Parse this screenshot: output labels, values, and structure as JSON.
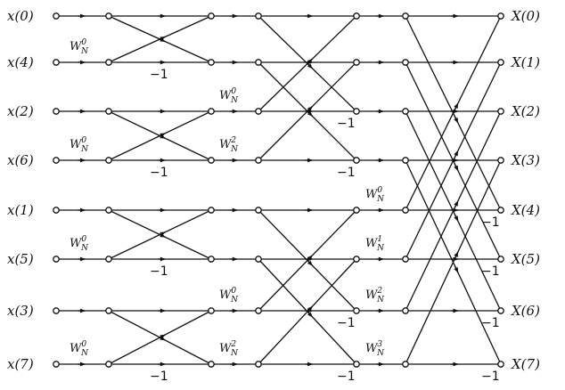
{
  "inputs": [
    "x(0)",
    "x(4)",
    "x(2)",
    "x(6)",
    "x(1)",
    "x(5)",
    "x(3)",
    "x(7)"
  ],
  "outputs": [
    "X(0)",
    "X(1)",
    "X(2)",
    "X(3)",
    "X(4)",
    "X(5)",
    "X(6)",
    "X(7)"
  ],
  "twiddle_base": "W",
  "twiddle_sub": "N",
  "negative_label": "−1",
  "stages": [
    {
      "group": 2,
      "twiddles": [
        {
          "row": 1,
          "exp": "0"
        },
        {
          "row": 3,
          "exp": "0"
        },
        {
          "row": 5,
          "exp": "0"
        },
        {
          "row": 7,
          "exp": "0"
        }
      ],
      "negatives": [
        1,
        3,
        5,
        7
      ]
    },
    {
      "group": 4,
      "twiddles": [
        {
          "row": 2,
          "exp": "0"
        },
        {
          "row": 3,
          "exp": "2"
        },
        {
          "row": 6,
          "exp": "0"
        },
        {
          "row": 7,
          "exp": "2"
        }
      ],
      "negatives": [
        2,
        3,
        6,
        7
      ]
    },
    {
      "group": 8,
      "twiddles": [
        {
          "row": 4,
          "exp": "0"
        },
        {
          "row": 5,
          "exp": "1"
        },
        {
          "row": 6,
          "exp": "2"
        },
        {
          "row": 7,
          "exp": "3"
        }
      ],
      "negatives": [
        4,
        5,
        6,
        7
      ]
    }
  ]
}
